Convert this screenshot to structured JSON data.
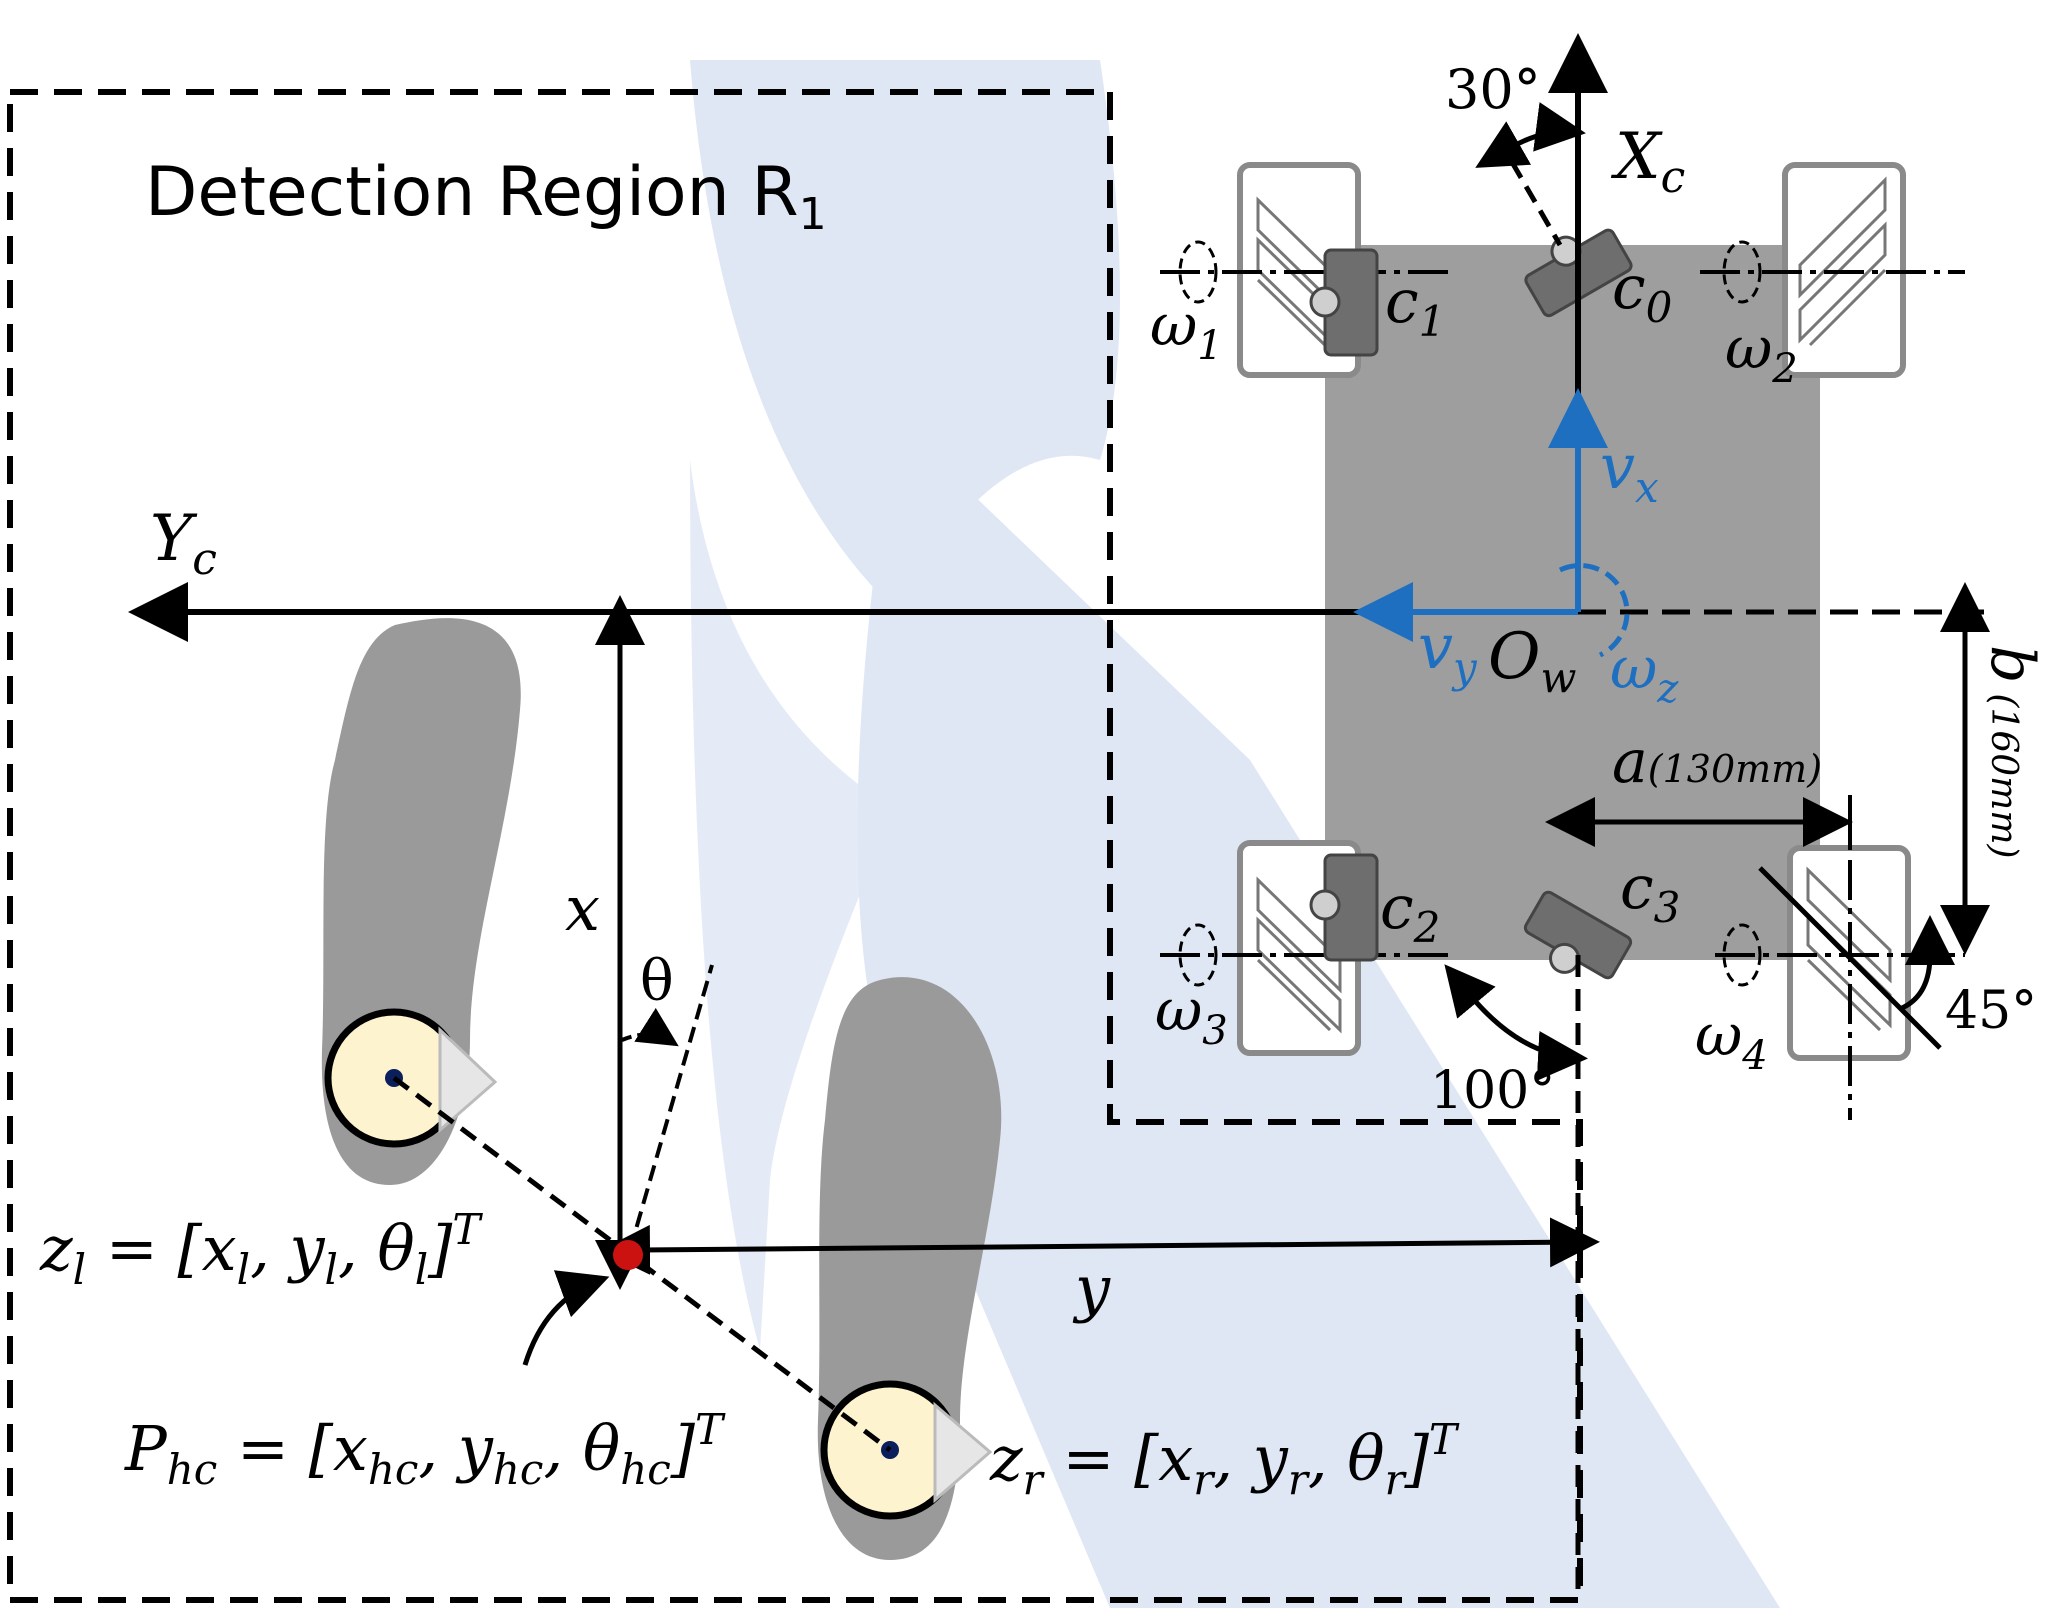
{
  "title": "Detection Region R",
  "title_sub": "1",
  "colors": {
    "sensor_region": "#dfe6f4",
    "robot_body": "#9e9e9e",
    "foot": "#9a9a9a",
    "heel": "#fdf3cf",
    "velocity": "#1e6fc0",
    "center_point": "#cc1111"
  },
  "labels": {
    "angle_top": "30°",
    "xc": "X",
    "xc_sub": "c",
    "yc": "Y",
    "yc_sub": "c",
    "c0": "c",
    "c0_sub": "0",
    "c1": "c",
    "c1_sub": "1",
    "c2": "c",
    "c2_sub": "2",
    "c3": "c",
    "c3_sub": "3",
    "w1": "ω",
    "w1_sub": "1",
    "w2": "ω",
    "w2_sub": "2",
    "w3": "ω",
    "w3_sub": "3",
    "w4": "ω",
    "w4_sub": "4",
    "vx": "v",
    "vx_sub": "x",
    "vy": "v",
    "vy_sub": "y",
    "wz": "ω",
    "wz_sub": "z",
    "origin": "O",
    "origin_sub": "w",
    "a_symbol": "a",
    "a_value": "(130mm)",
    "b_symbol": "b",
    "b_value": "(160mm)",
    "angle_45": "45°",
    "angle_100": "100°",
    "x_dim": "x",
    "y_dim": "y",
    "theta": "θ"
  },
  "equations": {
    "zl": {
      "var": "z",
      "sub": "l",
      "body": " = [x",
      "s1": "l",
      "m1": ", y",
      "s2": "l",
      "m2": ", θ",
      "s3": "l",
      "end": "]",
      "sup": "T"
    },
    "zr": {
      "var": "z",
      "sub": "r",
      "body": " = [x",
      "s1": "r",
      "m1": ", y",
      "s2": "r",
      "m2": ", θ",
      "s3": "r",
      "end": "]",
      "sup": "T"
    },
    "phc": {
      "var": "P",
      "sub": "hc",
      "body": " = [x",
      "s1": "hc",
      "m1": ", y",
      "s2": "hc",
      "m2": ", θ",
      "s3": "hc",
      "end": "]",
      "sup": "T"
    }
  }
}
